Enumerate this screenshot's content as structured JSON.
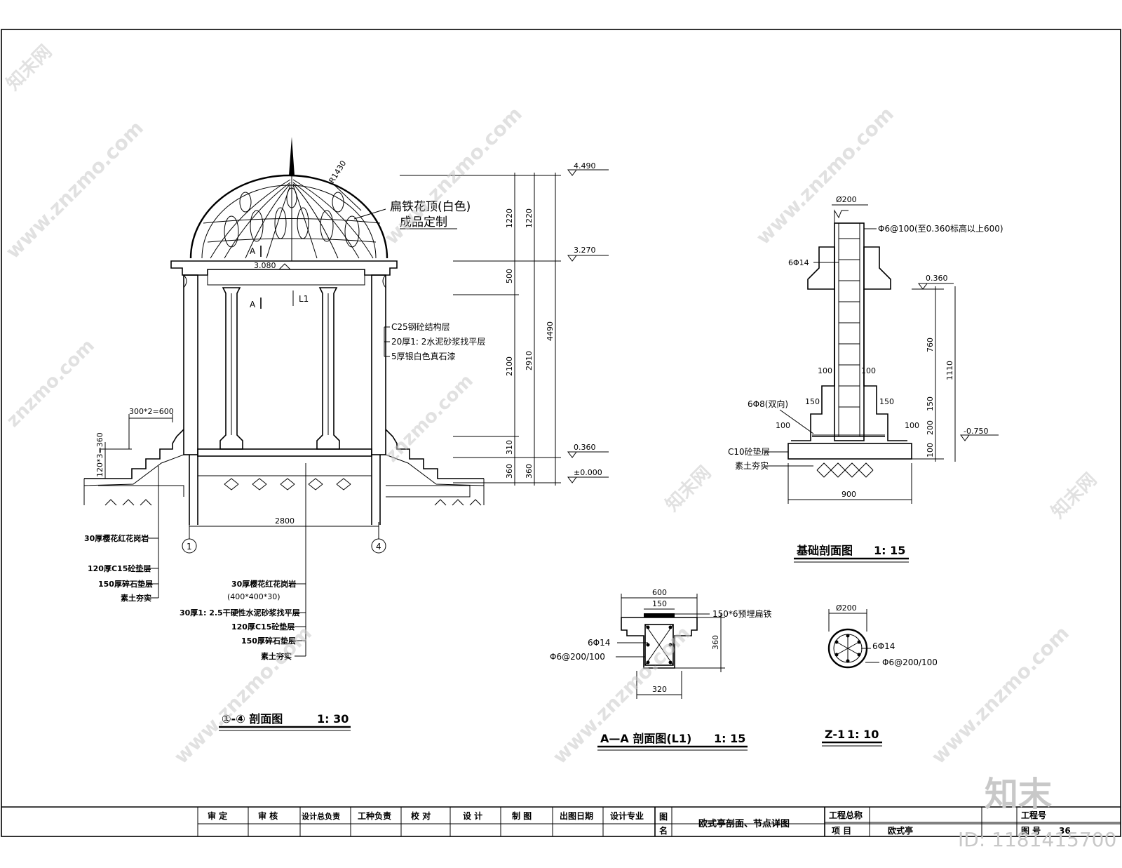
{
  "watermark": {
    "site": "znzmo.com",
    "site_www": "www.znzmo.com",
    "brand_cn": "知末网",
    "logo_text": "知末",
    "id_text": "ID: 1181415700"
  },
  "section_main": {
    "title_prefix": "①-④ 剖面图",
    "scale": "1: 30",
    "dome_note_1": "扁铁花顶(白色)",
    "dome_note_2": "成品定制",
    "radius": "R1430",
    "cut_label_a": "A",
    "beam_label": "L1",
    "elev_dome": "3.080",
    "layers_column": [
      "C25钢砼结构层",
      "20厚1: 2水泥砂浆找平层",
      "5厚银白色真石漆"
    ],
    "stair_h": "300*2=600",
    "stair_v": "120*3=360",
    "width_2800": "2800",
    "axis_1": "1",
    "axis_4": "4",
    "left_layers": [
      "30厚樱花红花岗岩",
      "120厚C15砼垫层",
      "150厚碎石垫层",
      "素土夯实"
    ],
    "floor_layers": [
      "30厚樱花红花岗岩",
      "(400*400*30)",
      "30厚1: 2.5干硬性水泥砂浆找平层",
      "120厚C15砼垫层",
      "150厚碎石垫层",
      "素土夯实"
    ],
    "dims_inner": [
      "1220",
      "500",
      "2100",
      "310",
      "360"
    ],
    "dims_mid": [
      "1220",
      "2910",
      "360"
    ],
    "dim_total": "4490",
    "elevations": [
      "4.490",
      "3.270",
      "0.360",
      "±0.000"
    ]
  },
  "foundation": {
    "title": "基础剖面图",
    "scale": "1: 15",
    "dia": "Ø200",
    "rebar_note": "Φ6@100(至0.360标高以上600)",
    "bars": "6Φ14",
    "mesh": "6Φ8(双向)",
    "pad": "C10砼垫层",
    "soil": "素土夯实",
    "elev_top": "0.360",
    "elev_bottom": "-0.750",
    "steps": [
      "100",
      "100",
      "150",
      "150",
      "100",
      "100"
    ],
    "dims_v": [
      "760",
      "150",
      "200",
      "100"
    ],
    "dim_total": "1110",
    "width": "900"
  },
  "section_aa": {
    "title": "A—A 剖面图(L1)",
    "scale": "1: 15",
    "w_top": "600",
    "w_mid": "150",
    "embed": "150*6预埋扁铁",
    "bars": "6Φ14",
    "stirrup": "Φ6@200/100",
    "height": "360",
    "w_bottom": "320"
  },
  "section_z": {
    "title": "Z-1",
    "scale": "1: 10",
    "dia": "Ø200",
    "bars": "6Φ14",
    "stirrup": "Φ6@200/100"
  },
  "title_block": {
    "headers": [
      "审 定",
      "审 核",
      "设计总负责",
      "工种负责",
      "校 对",
      "设 计",
      "制 图",
      "出图日期",
      "设计专业"
    ],
    "drawing_name_label_1": "图",
    "drawing_name_label_2": "名",
    "drawing_name": "欧式亭剖面、节点详图",
    "project_total_label": "工程总称",
    "project_label": "项 目",
    "project_value": "欧式亭",
    "project_no_label": "工程号",
    "sheet_no_label": "图 号",
    "sheet_no_value": "36"
  }
}
